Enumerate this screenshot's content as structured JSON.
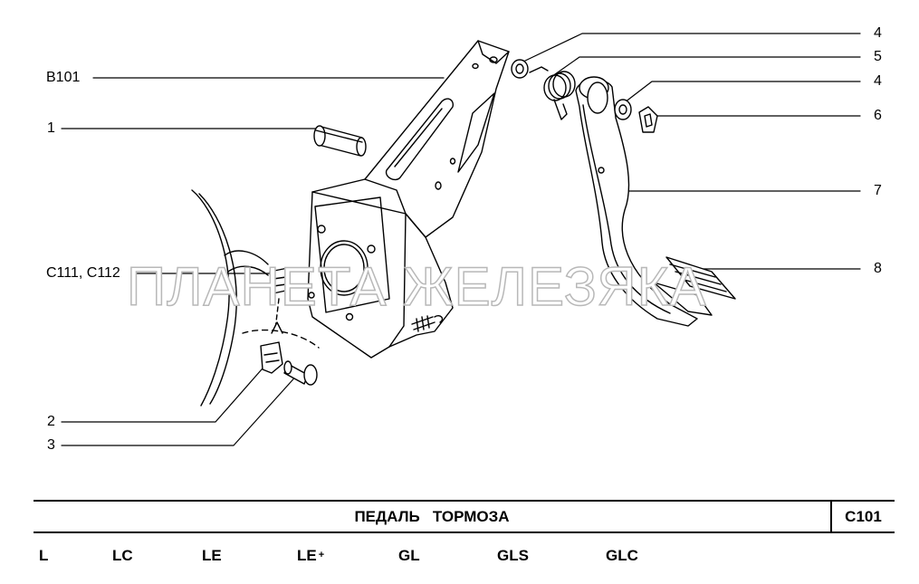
{
  "callouts": {
    "b101": "B101",
    "n1": "1",
    "c111_c112": "C111, C112",
    "n2": "2",
    "n3": "3",
    "n4_top": "4",
    "n5": "5",
    "n4_mid": "4",
    "n6": "6",
    "n7": "7",
    "n8": "8"
  },
  "watermark": "ПЛАНЕТА ЖЕЛЕЗЯКА",
  "title_block": {
    "title": "ПЕДАЛЬ   ТОРМОЗА",
    "code": "C101"
  },
  "versions": {
    "l": "L",
    "lc": "LC",
    "le": "LE",
    "le_plus": "LE",
    "le_plus_sup": "+",
    "gl": "GL",
    "gls": "GLS",
    "glc": "GLC"
  }
}
